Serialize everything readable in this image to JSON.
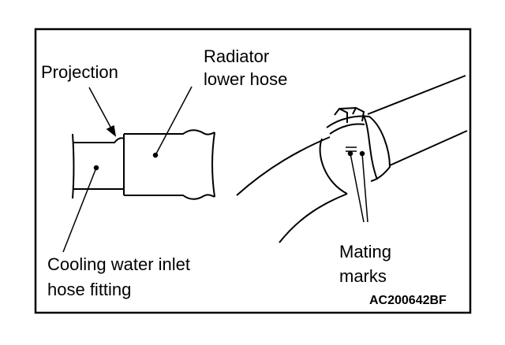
{
  "diagram": {
    "labels": {
      "projection": "Projection",
      "radiator_hose_line1": "Radiator",
      "radiator_hose_line2": "lower hose",
      "inlet_fitting_line1": "Cooling water inlet",
      "inlet_fitting_line2": "hose fitting",
      "mating_marks_line1": "Mating",
      "mating_marks_line2": "marks"
    },
    "figure_code": "AC200642BF"
  }
}
